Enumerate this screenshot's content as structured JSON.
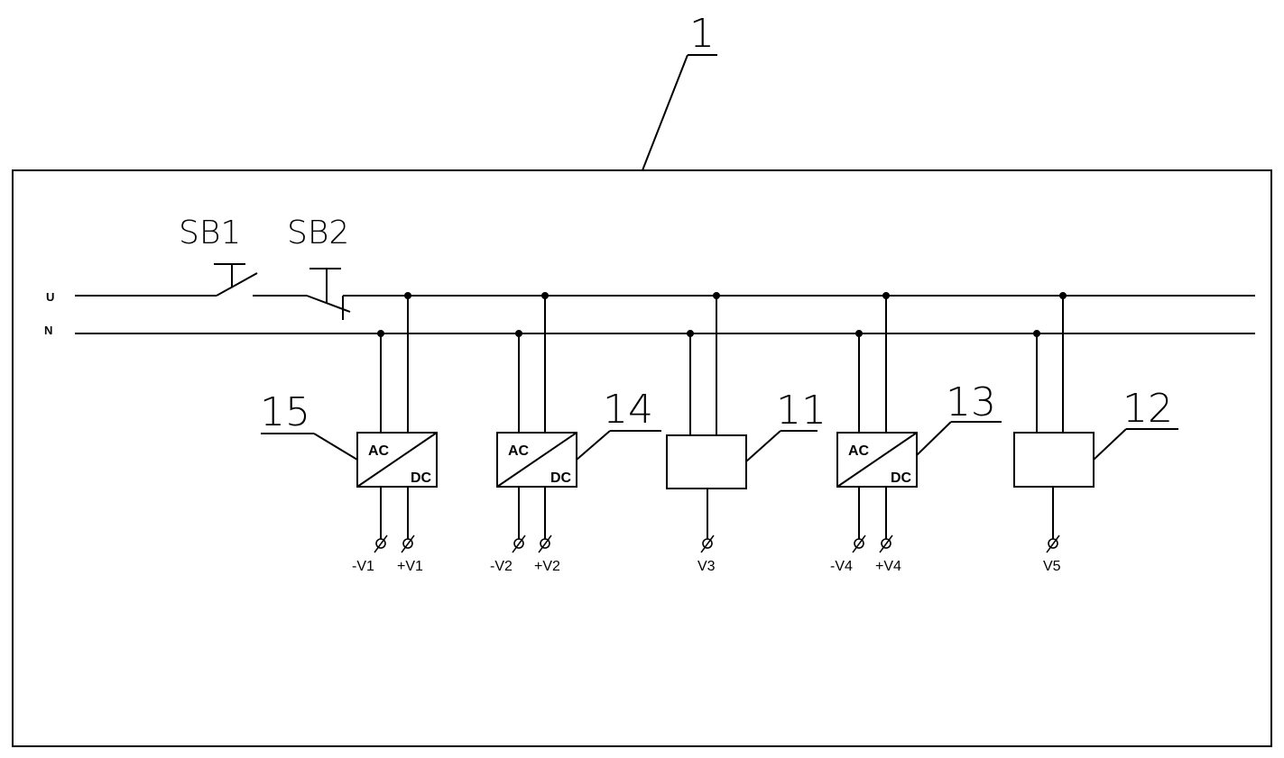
{
  "enclosure": {
    "label": "1"
  },
  "switches": [
    {
      "label": "SB1"
    },
    {
      "label": "SB2"
    }
  ],
  "rails": [
    {
      "label": "U"
    },
    {
      "label": "N"
    }
  ],
  "converters": [
    {
      "label": "15",
      "input": "AC",
      "output": "DC",
      "terminals": [
        "-V1",
        "+V1"
      ]
    },
    {
      "label": "14",
      "input": "AC",
      "output": "DC",
      "terminals": [
        "-V2",
        "+V2"
      ]
    },
    {
      "label": "13",
      "input": "AC",
      "output": "DC",
      "terminals": [
        "-V4",
        "+V4"
      ]
    }
  ],
  "modules": [
    {
      "label": "11",
      "terminal": "V3"
    },
    {
      "label": "12",
      "terminal": "V5"
    }
  ]
}
